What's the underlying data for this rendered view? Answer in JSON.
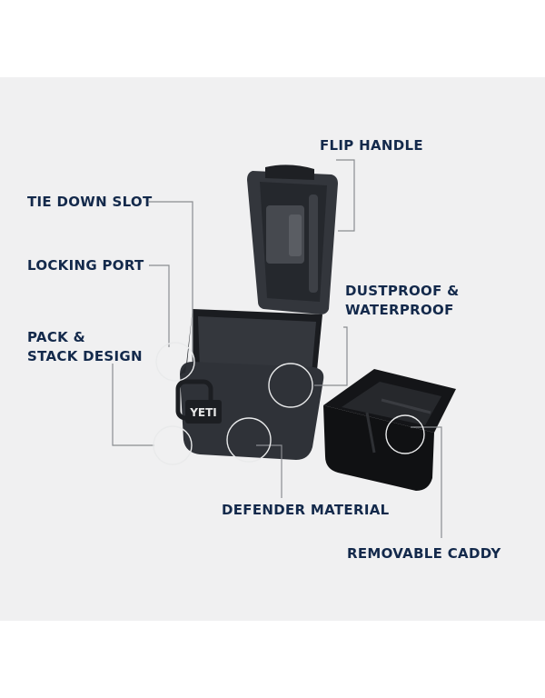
{
  "callouts": {
    "flip_handle": "FLIP HANDLE",
    "tie_down_slot": "TIE DOWN SLOT",
    "locking_port": "LOCKING PORT",
    "pack_stack_line1": "PACK &",
    "pack_stack_line2": "STACK DESIGN",
    "dustproof_line1": "DUSTPROOF &",
    "dustproof_line2": "WATERPROOF",
    "defender_material": "DEFENDER MATERIAL",
    "removable_caddy": "REMOVABLE CADDY"
  },
  "product": {
    "logo_text": "YETI"
  },
  "colors": {
    "background": "#f0f0f1",
    "label_text": "#13294b",
    "product_body": "#2f3238",
    "lines": "#8a8d91"
  }
}
